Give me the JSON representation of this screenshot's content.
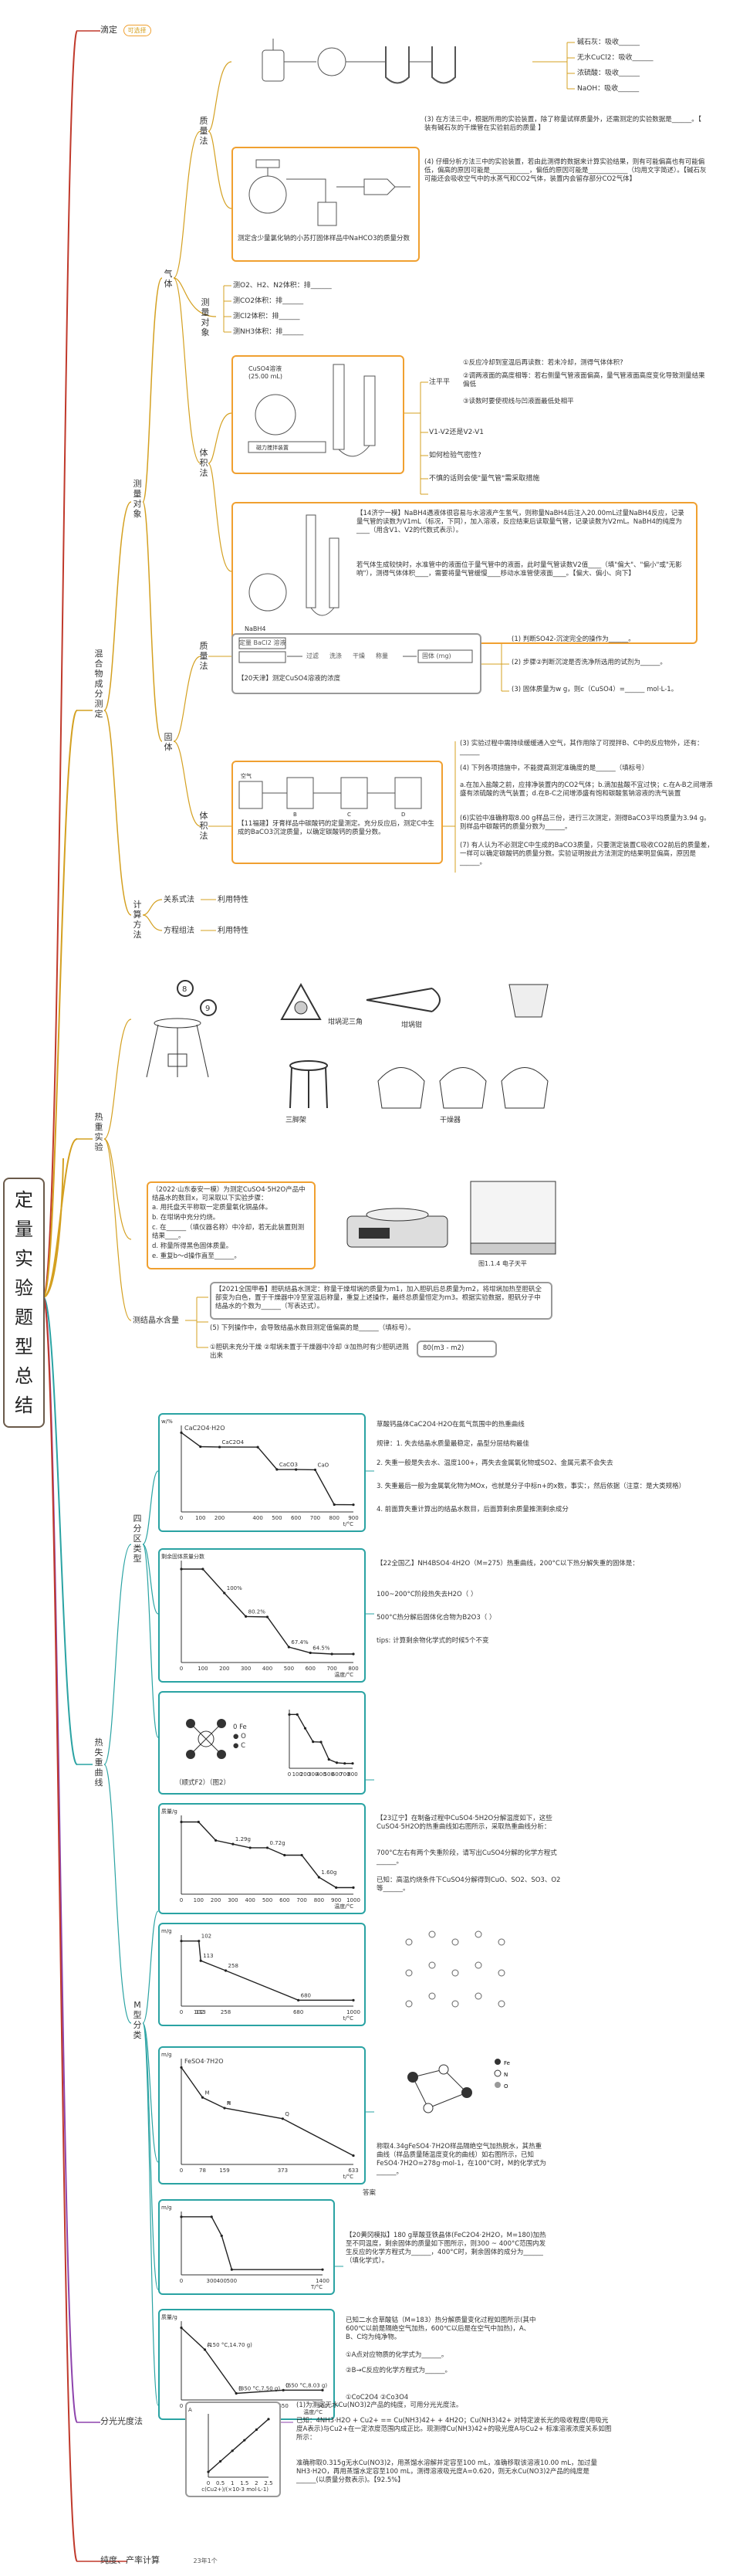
{
  "root": "定量实验题型总结",
  "l1": {
    "titration": "滴定",
    "mixture": "混合物成分测定",
    "thermogravimetric": "热重实验",
    "weight_loss_curve": "热失重曲线",
    "spectro": "分光光度法",
    "purity": "纯度、产率计算"
  },
  "titration_note": "可选择",
  "purity_note": "23年1个",
  "mixture": {
    "measure_object": "测量对象",
    "gas": "气体",
    "solid": "固体",
    "calc_method": "计算方法",
    "mass_method": "质量法",
    "volume_method": "体积法",
    "measure_type": "测量对象",
    "gas_list": [
      "测O2、H2、N2体积：排______",
      "测CO2体积：排______",
      "测Cl2体积：排______",
      "测NH3体积：排______"
    ],
    "absorb_list": [
      "碱石灰：吸收______",
      "无水CuCl2：吸收______",
      "浓硫酸：吸收______",
      "NaOH：吸收______"
    ],
    "mass_q": [
      "(3) 在方法三中，根据所用的实验装置，除了称量试样质量外，还需测定的实验数据是______。【 装有碱石灰的干燥管在实验前后的质量 】",
      "(4) 仔细分析方法三中的实验装置，若由此测得的数据来计算实验结果，则有可能偏高也有可能偏低，偏高的原因可能是____________，偏低的原因可能是____________（均用文字简述）。【碱石灰可能还会吸收空气中的水蒸气和CO2气体，装置内会留存部分CO2气体】"
    ],
    "naoh_caption": "测定含少量氯化钠的小苏打固体样品中NaHCO3的质量分数",
    "volume_side": [
      "注平平",
      "①反应冷却到室温后再读数：若未冷却，测得气体体积?",
      "②调两液面的高度相等：若右侧量气管液面偏高，量气管液面高度变化导致测量结果偏低",
      "③读数时要使视线与凹液面最低处相平",
      "V1-V2还是V2-V1",
      "如何检验气密性?",
      "不慎的话则会使\"量气管\"需采取措施"
    ],
    "naoh_box_q": [
      "【14济宁一模】NaBH4遇液体很容易与水溶液产生氢气，则称量NaBH4后注入20.00mL过量NaBH4反应，记录量气管的读数为V1mL（标况，下同），加入溶液，反应结束后读取量气管，记录读数为V2mL。NaBH4的纯度为____（用含V1、V2的代数式表示）。",
      "若气体生成较快时，水准管中的液面位于量气管中的液面，此时量气管读数V2值____（填\"偏大\"、\"偏小\"或\"无影响\"），测得气体体积____，需要将量气管缓慢____移动水准管使液面____。【偏大、偏小、向下】"
    ],
    "solid_flow": [
      "定量 BaCl2 溶液",
      "过滤",
      "洗涤",
      "干燥",
      "称量",
      "固体 (mg)"
    ],
    "solid_flow_caption": "【20天津】测定CuSO4溶液的浓度",
    "solid_q": [
      "(1) 判断SO42-沉淀完全的操作为______。",
      "(2) 步骤②判断沉淀是否洗净所选用的试剂为______。",
      "(3) 固体质量为w g，则c（CuSO4）=______ mol·L-1。"
    ],
    "gas_box_q": [
      "(3) 实验过程中需持续缓缓通入空气，其作用除了可搅拌B、C中的反应物外，还有：______",
      "(4) 下列各项措施中，不能提高测定准确度的是______（填标号）",
      "a.在加入盐酸之前，应排净装置内的CO2气体；b.滴加盐酸不宜过快；c.在A-B之间增添盛有浓硫酸的洗气装置；d.在B-C之间增添盛有饱和碳酸氢钠溶液的洗气装置",
      "(6)实验中准确称取8.00 g样品三份，进行三次测定，测得BaCO3平均质量为3.94 g。则样品中碳酸钙的质量分数为______。",
      "(7) 有人认为不必测定C中生成的BaCO3质量，只要测定装置C吸收CO2前后的质量差，一样可以确定碳酸钙的质量分数。实验证明按此方法测定的结果明显偏高，原因是______。"
    ],
    "gas_box_caption": "【11福建】牙膏样品中碳酸钙的定量测定。充分反应后，测定C中生成的BaCO3沉淀质量，以确定碳酸钙的质量分数。",
    "relation": "关系式法",
    "conservation": "方程组法",
    "relation_use": "利用特性",
    "conservation_use": "利用特性"
  },
  "thermo": {
    "crucible_label": "坩埚泥三角",
    "tongs_label": "坩埚钳",
    "tripod_label": "三脚架",
    "desiccator_label": "干燥器",
    "balance_label": "图1.1.4 电子天平",
    "q_box": [
      "（2022·山东泰安一模）为测定CuSO4·5H2O产品中结晶水的数目x，可采取以下实验步骤：",
      "a. 用托盘天平称取一定质量氧化铜晶体。",
      "b. 在坩埚中充分灼烧。",
      "c. 在______（填仪器名称）中冷却，若无此装置则测结果____。",
      "d. 称量所得黑色固体质量。",
      "e. 重复b～d操作直至______。"
    ],
    "crystal_label": "测结晶水含量",
    "cryst_box": [
      "【2021全国甲卷】胆矾结晶水测定：称量干燥坩埚的质量为m1，加入胆矾后总质量为m2，将坩埚加热至胆矾全部变为白色，置于干燥器中冷至室温后称量，重复上述操作，最终总质量恒定为m3。根据实验数据，胆矾分子中结晶水的个数为______（写表达式）。"
    ],
    "cryst_q": [
      "(5) 下列操作中，会导致结晶水数目测定值偏高的是______（填标号）。",
      "①胆矾未充分干燥 ②坩埚未置于干燥器中冷却 ③加热时有少胆矾进溅出来"
    ],
    "formula": "80(m3 - m2)"
  },
  "curve": {
    "four_types": "四分区类型",
    "m_type": "M型分类",
    "notes_a": [
      "草酸钙晶体CaC2O4·H2O在氮气氛围中的热重曲线",
      "规律：1. 失去结晶水质量最稳定，晶型分层结构最佳",
      "2. 失重一般是失去水、温度100+，再失去金属氧化物或SO2、金属元素不会失去",
      "3. 失重最后一般为金属氧化物为MOx，也就是分子中标n+的x数，事实：，然后依据（注意：是大类规格）",
      "4. 前面算失重计算出的结晶水数目，后面算剩余质量推测剩余成分"
    ],
    "notes_b": [
      "【22全国乙】NH4BSO4·4H2O（M=275）热重曲线，200°C以下热分解失重的固体是：",
      "100~200°C阶段热失去H2O（ ）",
      "500°C热分解后固体化合物为B2O3（ ）",
      "tips: 计算剩余物化学式的时候5个不变"
    ],
    "notes_c": [
      "【23辽宁】在制备过程中CuSO4·5H2O分解温度如下，这些CuSO4·5H2O的热重曲线如右图所示，采取热重曲线分析：",
      "700°C左右有两个失重阶段，请写出CuSO4分解的化学方程式______。",
      "已知：高温灼烧条件下CuSO4分解得到CuO、SO2、SO3、O2等______。"
    ],
    "notes_d": [
      "称取4.34gFeSO4·7H2O样品隔绝空气加热脱水，其热重曲线（样品质量随温度变化的曲线）如右图所示，已知FeSO4·7H2O=278g·mol-1，在100°C时，M的化学式为______。"
    ],
    "notes_e": [
      "【20黄冈模拟】180 g草酸亚铁晶体(FeC2O4·2H2O，M=180)加热至不同温度，剩余固体的质量如下图所示，则300 ~ 400°C范围内发生反应的化学方程式为______，400°C时，剩余固体的成分为______（填化学式）。"
    ],
    "notes_f": [
      "已知二水合草酸钴（M=183）热分解质量变化过程如图所示(其中600℃以前是隔绝空气加热，600℃以后是在空气中加热)，A、B、C均为纯净物。",
      "①A点对应物质的化学式为______。",
      "②B→C反应的化学方程式为______。",
      "答案"
    ],
    "fig_a": {
      "type": "line",
      "title": "CaC2O4·H2O",
      "labels": [
        "CaC2O4",
        "CaCO3",
        "CaO"
      ],
      "x": [
        0,
        100,
        200,
        400,
        500,
        600,
        700,
        800,
        900
      ],
      "y": [
        100,
        88,
        87.7,
        87.6,
        68.5,
        68.4,
        68.2,
        38.4,
        38.3
      ],
      "xlabel": "t/°C",
      "ylabel": "w/%"
    },
    "fig_b": {
      "type": "line",
      "labels": [
        "100%",
        "80.2%",
        "67.4%",
        "64.5%"
      ],
      "x": [
        0,
        100,
        200,
        300,
        400,
        500,
        600,
        700,
        800
      ],
      "y": [
        100,
        100,
        90,
        80.2,
        80,
        67.4,
        65,
        64.5,
        64.5
      ],
      "xlabel": "温度/°C",
      "ylabel": "剩余固体质量分数"
    },
    "fig_c_labels": [
      "0 Fe",
      "● O",
      "● C"
    ],
    "fig_c_caption": "（顺式F2）（图2）",
    "fig_d": {
      "type": "line",
      "labels": [
        "1.29g",
        "0.72g",
        "1.60g"
      ],
      "x": [
        0,
        100,
        200,
        300,
        400,
        500,
        600,
        700,
        800,
        900,
        1000
      ],
      "y": [
        2.5,
        2.5,
        2.0,
        1.9,
        1.8,
        1.8,
        1.6,
        1.6,
        1.0,
        0.72,
        0.72
      ],
      "xlabel": "温度/°C",
      "ylabel": "质量/g"
    },
    "fig_e": {
      "type": "line",
      "labels": [
        "102",
        "113",
        "258",
        "680"
      ],
      "x": [
        0,
        102,
        113,
        258,
        680,
        1000
      ],
      "y": [
        5,
        5,
        4,
        3.5,
        2,
        2
      ],
      "xlabel": "t/°C",
      "ylabel": "m/g"
    },
    "fig_f": {
      "type": "line",
      "title": "FeSO4·7H2O",
      "labels": [
        "M",
        "N",
        "P",
        "Q"
      ],
      "x": [
        0,
        78,
        159,
        373,
        633
      ],
      "y": [
        4.34,
        3.38,
        3.04,
        2.7,
        1.52
      ],
      "xlabel": "t/°C",
      "ylabel": "m/g"
    },
    "fig_g": {
      "type": "line",
      "x": [
        0,
        300,
        400,
        500,
        1400
      ],
      "y": [
        100,
        100,
        80,
        44.4,
        44.4
      ],
      "xlabel": "T/°C",
      "ylabel": "m/g"
    },
    "fig_h": {
      "type": "line",
      "labels": [
        "(150 °C,14.70 g)",
        "A",
        "(350 °C,7.50 g)",
        "B",
        "(650 °C,8.03 g)",
        "C"
      ],
      "x": [
        0,
        150,
        350,
        650,
        900
      ],
      "y": [
        18.3,
        14.7,
        7.5,
        8.03,
        8.03
      ],
      "xlabel": "温度/°C",
      "ylabel": "质量/g"
    },
    "fig_h_answer": "①CoC2O4 ②Co3O4"
  },
  "spectro": {
    "notes": [
      "(1)为测定无水Cu(NO3)2产品的纯度，可用分光光度法。",
      "已知：4NH3·H2O + Cu2+ == Cu(NH3)42+ + 4H2O；Cu(NH3)42+ 对特定波长光的吸收程度(用吸光度A表示)与Cu2+在一定浓度范围内成正比。现测得Cu(NH3)42+的吸光度A与Cu2+ 标准溶液浓度关系如图所示：",
      "准确称取0.315g无水Cu(NO3)2，用蒸馏水溶解并定容至100 mL，准确移取该溶液10.00 mL，加过量NH3·H2O，再用蒸馏水定容至100 mL，测得溶液吸光度A=0.620，则无水Cu(NO3)2产品的纯度是______(以质量分数表示)。【92.5%】"
    ],
    "fig": {
      "type": "line",
      "x": [
        0,
        0.5,
        1.0,
        1.5,
        2.0,
        2.5
      ],
      "y": [
        0,
        0.24,
        0.48,
        0.72,
        0.96,
        1.2
      ],
      "xlabel": "c(Cu2+)/(×10-3 mol·L-1)",
      "ylabel": "A"
    }
  },
  "colors": {
    "titration": "#c0392b",
    "mixture": "#d4a020",
    "thermo": "#d4a020",
    "curve": "#2aa3a3",
    "spectro": "#8e44ad",
    "purity": "#c0392b"
  }
}
